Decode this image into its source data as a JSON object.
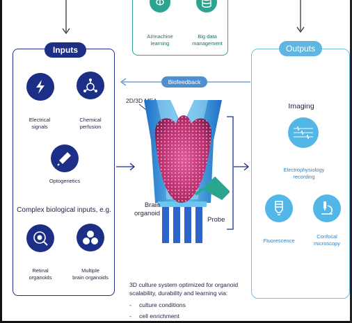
{
  "top_panel": {
    "items": [
      {
        "label": "AI/machine\nlearning",
        "icon": "brain-icon"
      },
      {
        "label": "Big data\nmanagement",
        "icon": "database-icon"
      }
    ]
  },
  "inputs": {
    "title": "Inputs",
    "items": [
      {
        "label": "Electrical\nsignals",
        "icon": "lightning-bolt-icon"
      },
      {
        "label": "Chemical\nperfusion",
        "icon": "molecule-icon"
      },
      {
        "label": "Optogenetics",
        "icon": "light-probe-icon"
      }
    ],
    "complex_title": "Complex biological inputs, e.g.",
    "complex_items": [
      {
        "label": "Retinal\norganoids",
        "icon": "retina-icon"
      },
      {
        "label": "Multiple\nbrain organoids",
        "icon": "cluster-icon"
      }
    ]
  },
  "center": {
    "biofeedback": "Biofeedback",
    "mea_label": "2D/3D MEA",
    "organoid_label": "Brain\norganoid",
    "probe_label": "Probe",
    "culture_text": "3D culture system optimized for organoid\nscalability, durability and learning via:",
    "bullets": [
      "culture conditions",
      "cell enrichment"
    ]
  },
  "outputs": {
    "title": "Outputs",
    "imaging_title": "Imaging",
    "ephys_label": "Electrophysiology\nrecording",
    "items": [
      {
        "label": "Fluorescence",
        "icon": "lightbulb-icon"
      },
      {
        "label": "Confocal\nmicroscopy",
        "icon": "microscope-icon"
      }
    ]
  },
  "colors": {
    "navy": "#1d2e86",
    "light_blue": "#5fb6e0",
    "teal": "#2ba58f",
    "organoid": "#b8306e"
  }
}
